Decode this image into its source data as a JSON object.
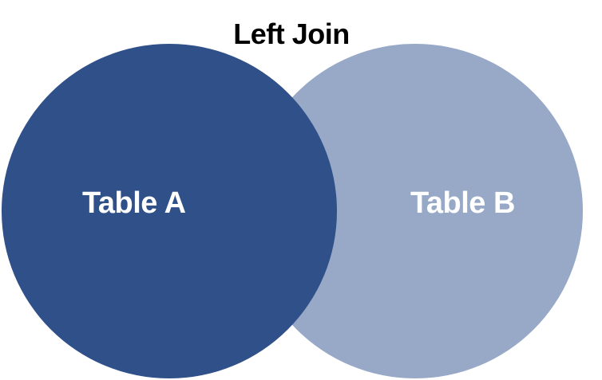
{
  "title": "Left Join",
  "circles": {
    "a": {
      "label": "Table A",
      "color": "#2f5089"
    },
    "b": {
      "label": "Table B",
      "color": "#97a9c7"
    }
  },
  "label_color": "#ffffff"
}
